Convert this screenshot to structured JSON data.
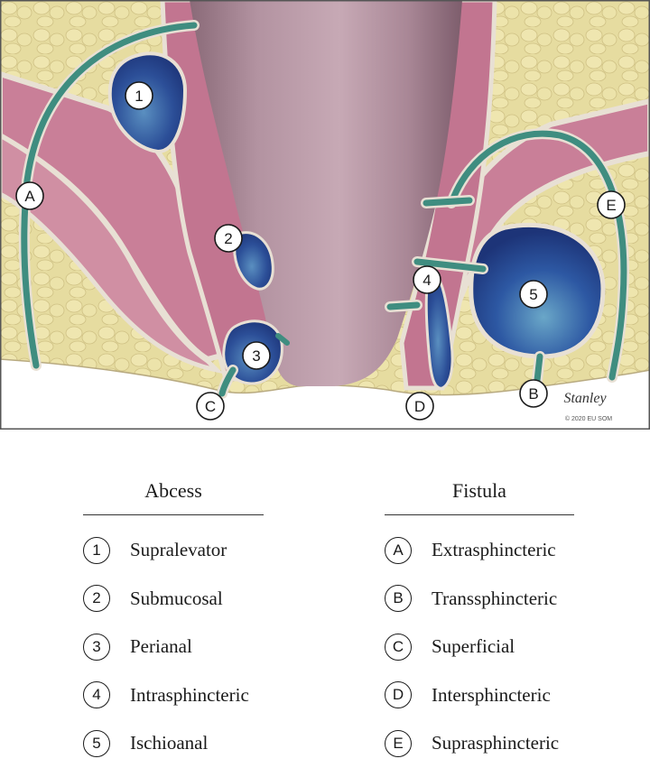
{
  "illustration": {
    "signature": "Stanley",
    "copyright": "© 2020 EU SOM"
  },
  "markers": {
    "abscess": [
      "1",
      "2",
      "3",
      "4",
      "5"
    ],
    "fistula": [
      "A",
      "B",
      "C",
      "D",
      "E"
    ]
  },
  "legend": {
    "abscess": {
      "heading": "Abcess",
      "items": [
        {
          "badge": "1",
          "label": "Supralevator"
        },
        {
          "badge": "2",
          "label": "Submucosal"
        },
        {
          "badge": "3",
          "label": "Perianal"
        },
        {
          "badge": "4",
          "label": "Intrasphincteric"
        },
        {
          "badge": "5",
          "label": "Ischioanal"
        }
      ]
    },
    "fistula": {
      "heading": "Fistula",
      "items": [
        {
          "badge": "A",
          "label": "Extrasphincteric"
        },
        {
          "badge": "B",
          "label": "Transsphincteric"
        },
        {
          "badge": "C",
          "label": "Superficial"
        },
        {
          "badge": "D",
          "label": "Intersphincteric"
        },
        {
          "badge": "E",
          "label": "Suprasphincteric"
        }
      ]
    }
  }
}
